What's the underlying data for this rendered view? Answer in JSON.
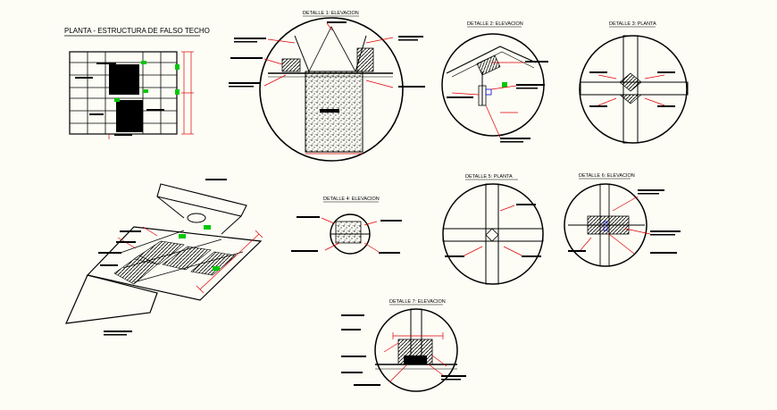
{
  "drawing": {
    "main_title": "PLANTA - ESTRUCTURA DE FALSO TECHO",
    "details": [
      {
        "id": "d1",
        "title": "DETALLE 1: ELEVACION"
      },
      {
        "id": "d2",
        "title": "DETALLE 2: ELEVACION"
      },
      {
        "id": "d3",
        "title": "DETALLE 3: PLANTA"
      },
      {
        "id": "d4",
        "title": "DETALLE 4: ELEVACION"
      },
      {
        "id": "d5",
        "title": "DETALLE 5: PLANTA"
      },
      {
        "id": "d6",
        "title": "DETALLE 6: ELEVACION"
      },
      {
        "id": "d7",
        "title": "DETALLE 7: ELEVACION"
      }
    ],
    "colors": {
      "background": "#fdfdf6",
      "line": "#000000",
      "annotation": "#e00000",
      "highlight": "#00c800"
    }
  }
}
